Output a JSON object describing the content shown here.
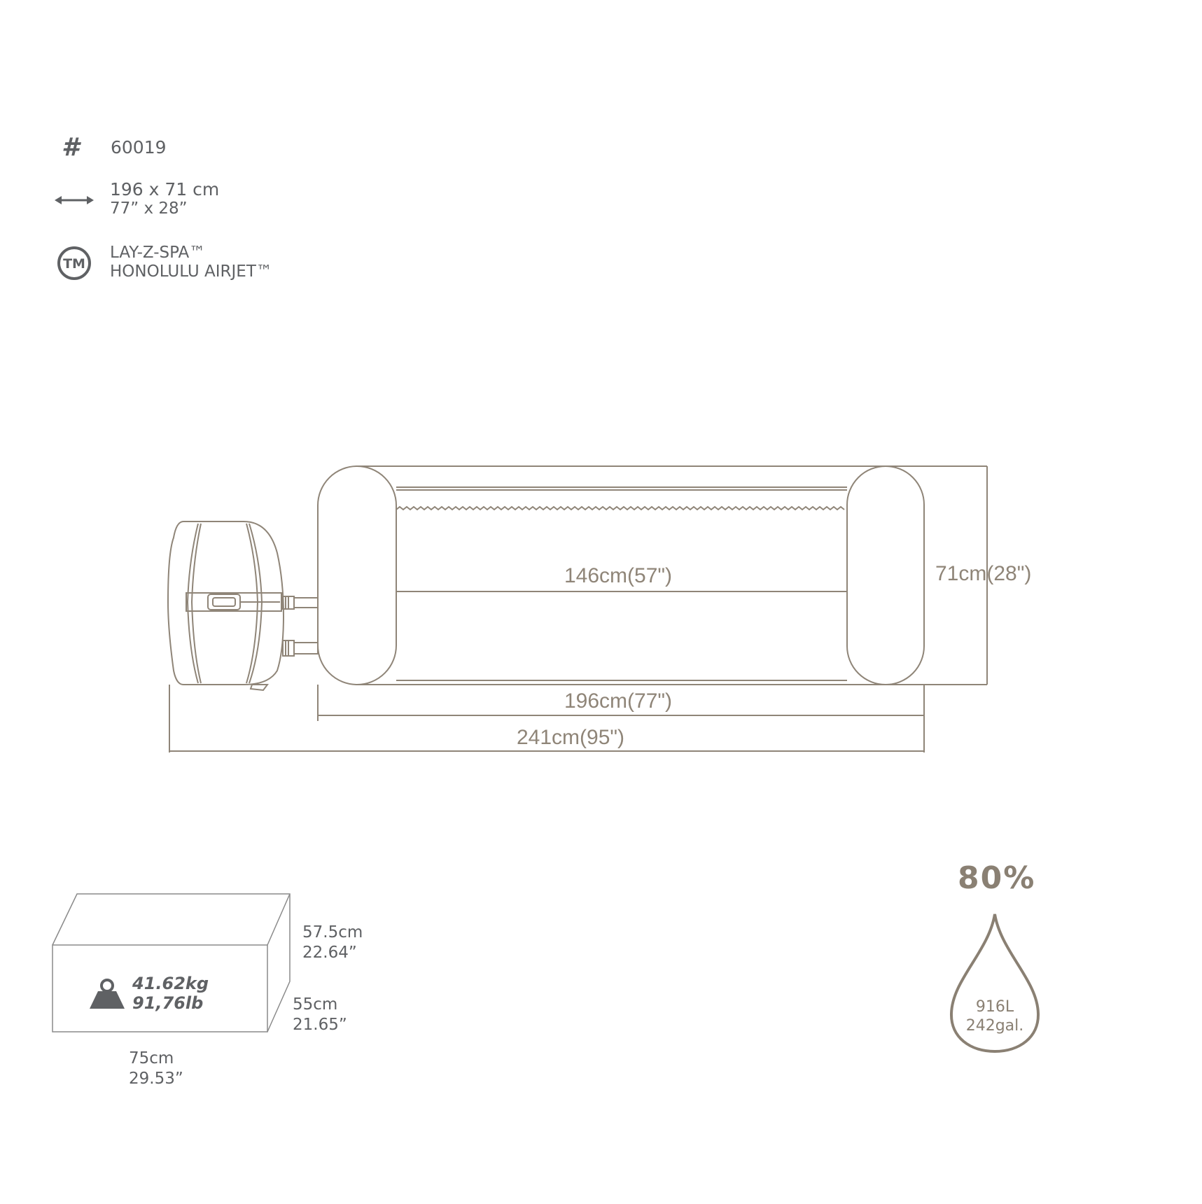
{
  "info": {
    "item_number": "60019",
    "size_metric": "196 x 71 cm",
    "size_imperial": "77” x 28”",
    "brand_line1": "LAY-Z-SPA™",
    "brand_line2": "HONOLULU AIRJET™",
    "icons": [
      "hash-icon",
      "double-arrow-icon",
      "trademark-icon"
    ]
  },
  "dimensions": {
    "inner_length": "146cm(57\")",
    "height": "71cm(28\")",
    "outer_length": "196cm(77\")",
    "total_length": "241cm(95\")"
  },
  "package": {
    "height_cm": "57.5cm",
    "height_in": "22.64”",
    "depth_cm": "55cm",
    "depth_in": "21.65”",
    "width_cm": "75cm",
    "width_in": "29.53”",
    "weight_kg": "41.62kg",
    "weight_lb": "91,76lb"
  },
  "water": {
    "fill_percent": "80%",
    "volume_l": "916L",
    "volume_gal": "242gal."
  },
  "colors": {
    "icon_gray": "#5f6164",
    "drawing_brown": "#8f8578"
  }
}
